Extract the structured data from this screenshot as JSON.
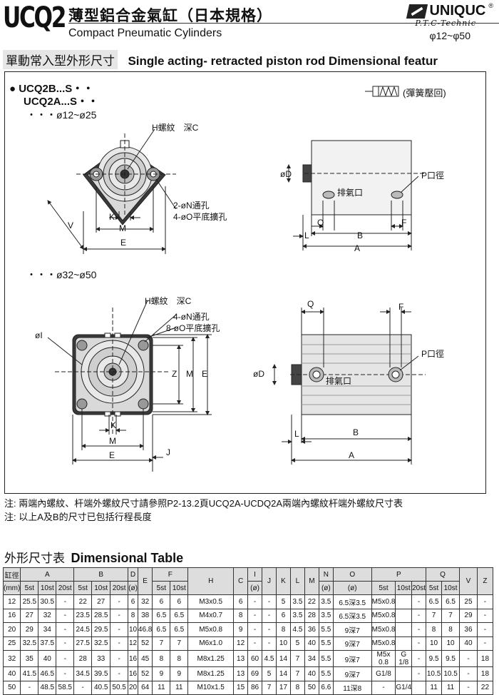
{
  "header": {
    "model": "UCQ2",
    "title_cn": "薄型鋁合金氣缸（日本規格）",
    "title_en": "Compact Pneumatic Cylinders",
    "brand": "UNIQUC",
    "brand_reg": "®",
    "brand_sub": "P.T.C-Technic",
    "size_range": "φ12~φ50"
  },
  "section": {
    "cn": "單動常入型外形尺寸",
    "en": "Single acting- retracted piston rod Dimensional featur"
  },
  "drawing": {
    "series_1": "● UCQ2B...S・・",
    "series_2": "UCQ2A...S・・",
    "range_1": "・・・ø12~ø25",
    "range_2": "・・・ø32~ø50",
    "spring_label": "(彈簧壓回)",
    "labels_top": {
      "h_thread": "H螺紋　深C",
      "n_hole": "2-øN通孔",
      "o_counter": "4-øO平底擴孔",
      "k": "K",
      "m": "M",
      "e": "E",
      "v": "V",
      "d": "øD",
      "p": "P口徑",
      "exhaust": "排氣口",
      "q": "Q",
      "f": "F",
      "l": "L",
      "b": "B",
      "a": "A"
    },
    "labels_bottom": {
      "h_thread": "H螺紋　深C",
      "n_hole": "4-øN通孔",
      "o_counter": "8-øO平底擴孔",
      "i": "øI",
      "z": "Z",
      "m": "M",
      "e": "E",
      "k": "K",
      "m2": "M",
      "e2": "E",
      "j": "J",
      "q": "Q",
      "f": "F",
      "p": "P口徑",
      "d": "øD",
      "exhaust": "排氣口",
      "l": "L",
      "b": "B",
      "a": "A"
    }
  },
  "notes": {
    "line1": "注:  兩端內螺紋、杆端外螺紋尺寸請參照P2-13.2頁UCQ2A-UCDQ2A兩端內螺紋杆端外螺紋尺寸表",
    "line2": "注:  以上A及B的尺寸已包括行程長度"
  },
  "table": {
    "title_cn": "外形尺寸表",
    "title_en": "Dimensional Table",
    "head1": [
      "缸徑",
      "A",
      "B",
      "D",
      "E",
      "F",
      "H",
      "C",
      "I",
      "J",
      "K",
      "L",
      "M",
      "N",
      "O",
      "P",
      "Q",
      "V",
      "Z"
    ],
    "head2": [
      "(mm)",
      "5st",
      "10st",
      "20st",
      "5st",
      "10st",
      "20st",
      "(ø)",
      "5st",
      "10st",
      "(ø)",
      "(ø)",
      "(ø)",
      "5st",
      "10st",
      "20st",
      "5st",
      "10st"
    ],
    "rows": [
      [
        "12",
        "25.5",
        "30.5",
        "-",
        "22",
        "27",
        "-",
        "6",
        "32",
        "6",
        "6",
        "M3x0.5",
        "6",
        "-",
        "-",
        "5",
        "3.5",
        "22",
        "3.5",
        "6.5深3.5",
        "M5x0.8",
        "",
        "-",
        "6.5",
        "6.5",
        "25",
        "-"
      ],
      [
        "16",
        "27",
        "32",
        "-",
        "23.5",
        "28.5",
        "-",
        "8",
        "38",
        "6.5",
        "6.5",
        "M4x0.7",
        "8",
        "-",
        "-",
        "6",
        "3.5",
        "28",
        "3.5",
        "6.5深3.5",
        "M5x0.8",
        "",
        "-",
        "7",
        "7",
        "29",
        "-"
      ],
      [
        "20",
        "29",
        "34",
        "-",
        "24.5",
        "29.5",
        "-",
        "10",
        "46.8",
        "6.5",
        "6.5",
        "M5x0.8",
        "9",
        "-",
        "-",
        "8",
        "4.5",
        "36",
        "5.5",
        "9深7",
        "M5x0.8",
        "",
        "-",
        "8",
        "8",
        "36",
        "-"
      ],
      [
        "25",
        "32.5",
        "37.5",
        "-",
        "27.5",
        "32.5",
        "-",
        "12",
        "52",
        "7",
        "7",
        "M6x1.0",
        "12",
        "-",
        "-",
        "10",
        "5",
        "40",
        "5.5",
        "9深7",
        "M5x0.8",
        "",
        "-",
        "10",
        "10",
        "40",
        "-"
      ],
      [
        "32",
        "35",
        "40",
        "-",
        "28",
        "33",
        "-",
        "16",
        "45",
        "8",
        "8",
        "M8x1.25",
        "13",
        "60",
        "4.5",
        "14",
        "7",
        "34",
        "5.5",
        "9深7",
        "M5x 0.8",
        "G 1/8",
        "-",
        "9.5",
        "9.5",
        "-",
        "18"
      ],
      [
        "40",
        "41.5",
        "46.5",
        "-",
        "34.5",
        "39.5",
        "-",
        "16",
        "52",
        "9",
        "9",
        "M8x1.25",
        "13",
        "69",
        "5",
        "14",
        "7",
        "40",
        "5.5",
        "9深7",
        "G1/8",
        "",
        "-",
        "10.5",
        "10.5",
        "-",
        "18"
      ],
      [
        "50",
        "-",
        "48.5",
        "58.5",
        "-",
        "40.5",
        "50.5",
        "20",
        "64",
        "11",
        "11",
        "M10x1.5",
        "15",
        "86",
        "7",
        "17",
        "8",
        "50",
        "6.6",
        "11深8",
        "-",
        "G1/4",
        "",
        "11",
        "11",
        "-",
        "22"
      ]
    ]
  }
}
